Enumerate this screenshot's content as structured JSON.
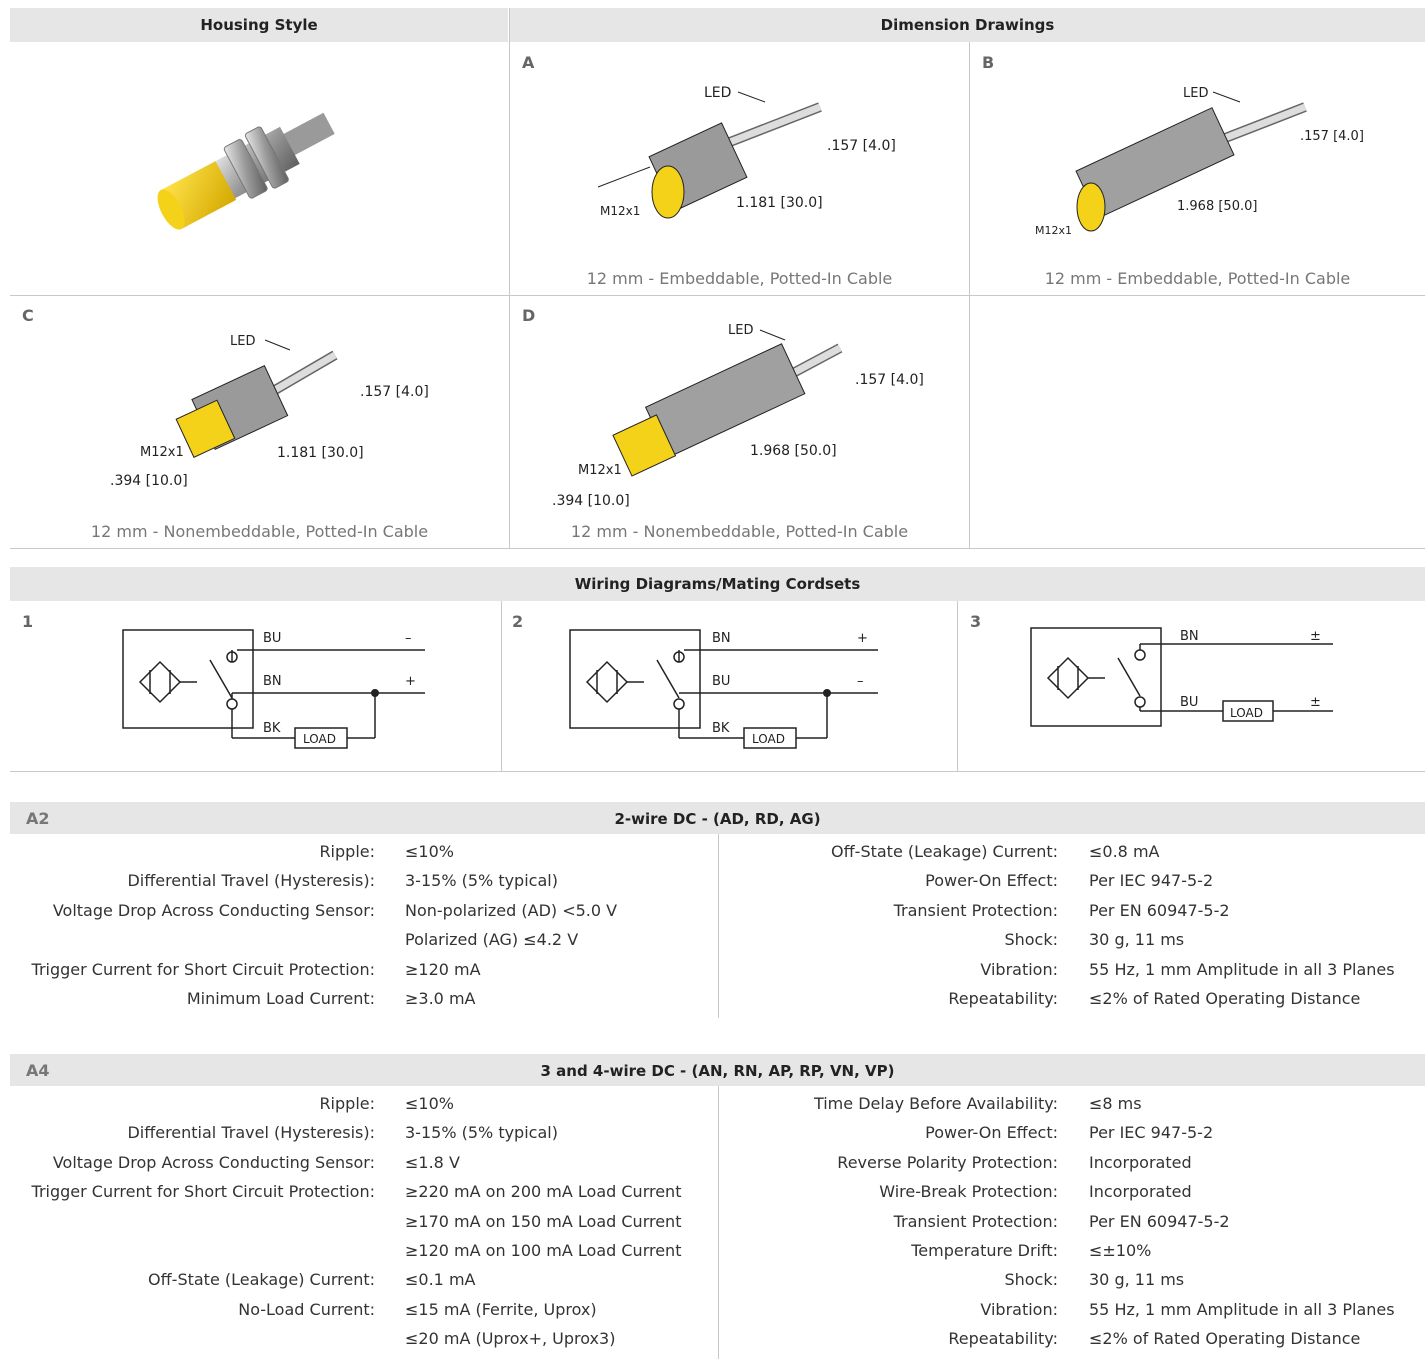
{
  "housing": {
    "header": "Housing Style",
    "dims_header": "Dimension Drawings"
  },
  "drawings": [
    {
      "letter": "A",
      "caption": "12 mm - Embeddable, Potted-In Cable",
      "dim_thread": "M12x1",
      "dim_length": "1.181  [30.0]",
      "dim_cable": ".157  [4.0]",
      "led": "LED"
    },
    {
      "letter": "B",
      "caption": "12 mm - Embeddable, Potted-In Cable",
      "dim_thread": "M12x1",
      "dim_length": "1.968  [50.0]",
      "dim_cable": ".157  [4.0]",
      "led": "LED"
    },
    {
      "letter": "C",
      "caption": "12 mm - Nonembeddable, Potted-In Cable",
      "dim_thread": "M12x1",
      "dim_length": "1.181  [30.0]",
      "dim_cable": ".157  [4.0]",
      "dim_cap": ".394  [10.0]",
      "led": "LED"
    },
    {
      "letter": "D",
      "caption": "12 mm - Nonembeddable, Potted-In Cable",
      "dim_thread": "M12x1",
      "dim_length": "1.968  [50.0]",
      "dim_cable": ".157  [4.0]",
      "dim_cap": ".394  [10.0]",
      "led": "LED"
    }
  ],
  "wiring": {
    "header": "Wiring Diagrams/Mating Cordsets",
    "diagrams": [
      {
        "num": "1",
        "w1": "BU",
        "s1": "–",
        "w2": "BN",
        "s2": "+",
        "w3": "BK",
        "load": "LOAD"
      },
      {
        "num": "2",
        "w1": "BN",
        "s1": "+",
        "w2": "BU",
        "s2": "–",
        "w3": "BK",
        "load": "LOAD"
      },
      {
        "num": "3",
        "w1": "BN",
        "s1": "±",
        "w2": "BU",
        "s2": "±",
        "load": "LOAD"
      }
    ]
  },
  "specs": [
    {
      "code": "A2",
      "title": "2-wire DC - (AD, RD, AG)",
      "left": [
        {
          "label": "Ripple:",
          "value": "≤10%"
        },
        {
          "label": "Differential Travel (Hysteresis):",
          "value": "3-15% (5% typical)"
        },
        {
          "label": "Voltage Drop Across Conducting Sensor:",
          "value": "Non-polarized (AD) <5.0 V"
        },
        {
          "label": "",
          "value": "Polarized (AG) ≤4.2 V"
        },
        {
          "label": "Trigger Current for Short Circuit Protection:",
          "value": "≥120 mA"
        },
        {
          "label": "Minimum Load Current:",
          "value": "≥3.0 mA"
        }
      ],
      "right": [
        {
          "label": "Off-State (Leakage) Current:",
          "value": "≤0.8 mA"
        },
        {
          "label": "Power-On Effect:",
          "value": "Per IEC 947-5-2"
        },
        {
          "label": "Transient Protection:",
          "value": "Per EN 60947-5-2"
        },
        {
          "label": "Shock:",
          "value": "30 g, 11 ms"
        },
        {
          "label": "Vibration:",
          "value": "55 Hz, 1 mm Amplitude in all 3 Planes"
        },
        {
          "label": "Repeatability:",
          "value": "≤2% of Rated Operating Distance"
        }
      ]
    },
    {
      "code": "A4",
      "title": "3 and 4-wire DC - (AN, RN, AP, RP, VN, VP)",
      "left": [
        {
          "label": "Ripple:",
          "value": "≤10%"
        },
        {
          "label": "Differential Travel (Hysteresis):",
          "value": "3-15% (5% typical)"
        },
        {
          "label": "Voltage Drop Across Conducting Sensor:",
          "value": "≤1.8 V"
        },
        {
          "label": "Trigger Current for Short Circuit Protection:",
          "value": "≥220 mA on 200 mA Load Current"
        },
        {
          "label": "",
          "value": "≥170 mA on 150 mA Load Current"
        },
        {
          "label": "",
          "value": "≥120 mA on 100 mA Load Current"
        },
        {
          "label": "Off-State (Leakage) Current:",
          "value": "≤0.1 mA"
        },
        {
          "label": "No-Load Current:",
          "value": "≤15 mA (Ferrite, Uprox)"
        },
        {
          "label": "",
          "value": "≤20 mA (Uprox+, Uprox3)"
        }
      ],
      "right": [
        {
          "label": "Time Delay Before Availability:",
          "value": "≤8 ms"
        },
        {
          "label": "Power-On Effect:",
          "value": "Per IEC 947-5-2"
        },
        {
          "label": "Reverse Polarity Protection:",
          "value": "Incorporated"
        },
        {
          "label": "Wire-Break Protection:",
          "value": "Incorporated"
        },
        {
          "label": "Transient Protection:",
          "value": "Per EN 60947-5-2"
        },
        {
          "label": "Temperature Drift:",
          "value": "≤±10%"
        },
        {
          "label": "Shock:",
          "value": "30 g, 11 ms"
        },
        {
          "label": "Vibration:",
          "value": "55 Hz, 1 mm Amplitude in all 3 Planes"
        },
        {
          "label": "Repeatability:",
          "value": "≤2% of Rated Operating Distance"
        }
      ]
    }
  ],
  "colors": {
    "header_bg": "#e6e6e6",
    "sensor_yellow": "#f5d21a",
    "line_gray": "#c8c8c8"
  }
}
